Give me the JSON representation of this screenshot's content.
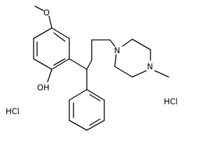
{
  "atoms": {
    "oxygen_top": "O",
    "hydroxyl": "OH",
    "nitrogen_1": "N",
    "nitrogen_2": "N"
  },
  "salts": {
    "left": "HCl",
    "right": "HCl"
  }
}
